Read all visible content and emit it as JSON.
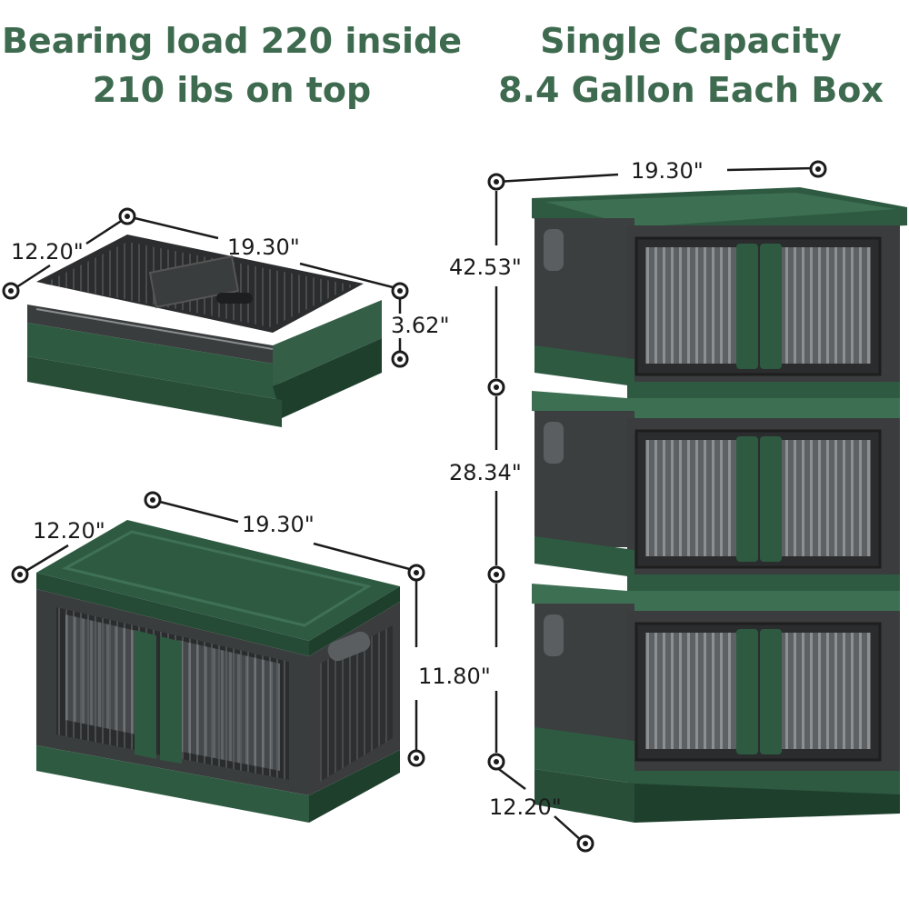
{
  "headlines": {
    "left": {
      "line1": "Bearing load 220 inside",
      "line2": "210 ibs on top"
    },
    "right": {
      "line1": "Single Capacity",
      "line2": "8.4 Gallon Each Box"
    }
  },
  "dimensions": {
    "folded_box": {
      "length": "19.30\"",
      "width": "12.20\"",
      "height": "3.62\""
    },
    "open_box": {
      "length": "19.30\"",
      "width": "12.20\"",
      "height": "11.80\""
    },
    "stacked_set": {
      "length": "19.30\"",
      "width": "12.20\"",
      "height_three": "42.53\"",
      "height_two": "28.34\""
    }
  },
  "colors": {
    "headline_text": "#3e6a4f",
    "box_green": "#2e5a41",
    "box_green_light": "#3d7053",
    "box_green_dark": "#1f3f2d",
    "smoked_plastic": "#3c3f40",
    "door_panel": "#6e7275",
    "dimension_line": "#1b1b1b"
  },
  "icons": [
    "dimension-marker-icon"
  ]
}
